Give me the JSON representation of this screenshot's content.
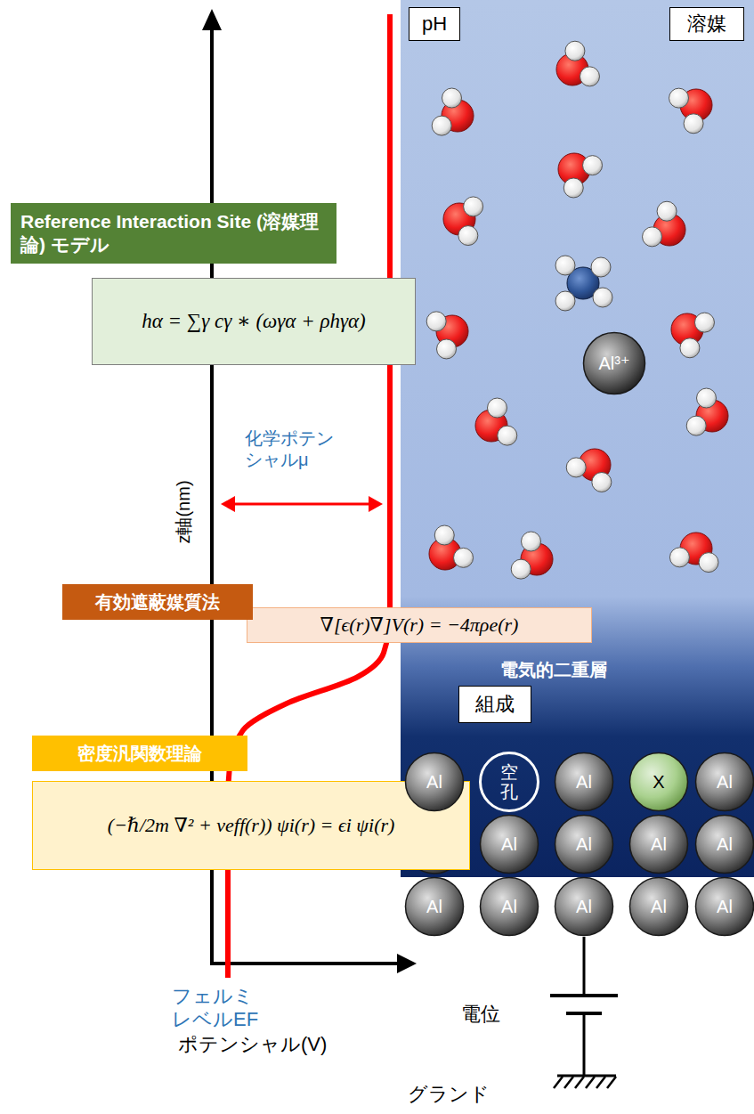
{
  "diagram": {
    "nodes": [
      {
        "text": [
          "pH"
        ]
      },
      {
        "text": [
          "溶媒"
        ]
      },
      {
        "text": [
          "Reference Interaction Site (溶媒理論) モデル"
        ]
      },
      {
        "text": [
          "hα = ∑γ cγ ∗ (ωγα + ρhγα)"
        ]
      },
      {
        "text": [
          "Al³⁺"
        ]
      },
      {
        "text": [
          "有効遮蔽媒質法"
        ]
      },
      {
        "text": [
          "∇[ϵ(r)∇]V(r) = −4πρe(r)"
        ]
      },
      {
        "text": [
          "組成"
        ]
      },
      {
        "text": [
          "密度汎関数理論"
        ]
      },
      {
        "text": [
          "(−ℏ/2m ∇² + veff(r)) ψi(r) = ϵi ψi(r)"
        ]
      },
      {
        "text": [
          "Al"
        ]
      },
      {
        "text": [
          "空孔"
        ]
      },
      {
        "text": [
          "Al"
        ]
      },
      {
        "text": [
          "X"
        ]
      },
      {
        "text": [
          "Al"
        ]
      },
      {
        "text": [
          "Al"
        ]
      },
      {
        "text": [
          "Al"
        ]
      },
      {
        "text": [
          "Al"
        ]
      },
      {
        "text": [
          "Al"
        ]
      },
      {
        "text": [
          "Al"
        ]
      },
      {
        "text": [
          "Al"
        ]
      },
      {
        "text": [
          "Al"
        ]
      },
      {
        "text": [
          "Al"
        ]
      },
      {
        "text": [
          "Al"
        ]
      }
    ],
    "labels": [
      "化学ポテンシャルμ",
      "z軸(nm)",
      "電気的二重層",
      "フェルミ レベルEF",
      "ポテンシャル(V)",
      "電位",
      "グランド"
    ]
  }
}
